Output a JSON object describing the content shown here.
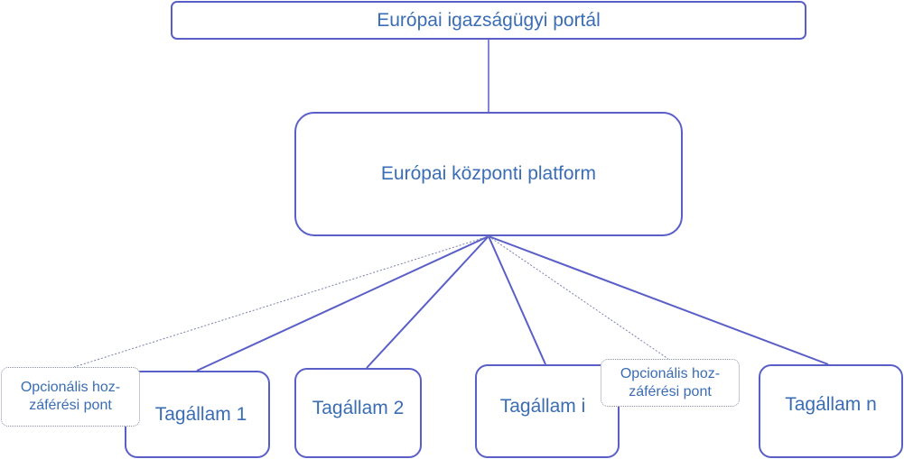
{
  "portal": "Európai igazságügyi portál",
  "platform": "Európai központi platform",
  "member_states": [
    "Tagállam 1",
    "Tagállam 2",
    "Tagállam i",
    "Tagállam n"
  ],
  "optional_access_point": {
    "line1": "Opcionális hoz-",
    "line2": "záférési pont"
  },
  "colors": {
    "text": "#3a6db3",
    "border": "#5a5fc8"
  }
}
